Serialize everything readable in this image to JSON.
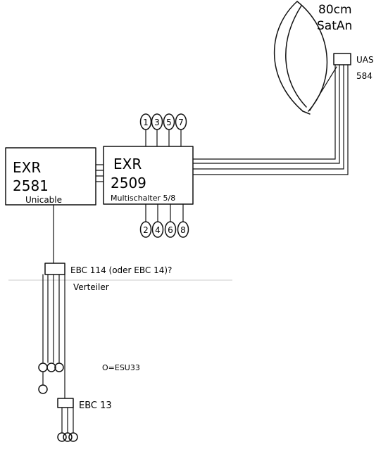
{
  "dish": {
    "size": "80cm",
    "name": "SatAn"
  },
  "lnb": {
    "line1": "UAS",
    "line2": "584"
  },
  "multiswitch": {
    "brand": "EXR",
    "model": "2509",
    "desc": "Multischalter 5/8",
    "outputs_top": [
      "1",
      "3",
      "5",
      "7"
    ],
    "outputs_bottom": [
      "2",
      "4",
      "6",
      "8"
    ]
  },
  "unicable": {
    "brand": "EXR",
    "model": "2581",
    "desc": "Unicable"
  },
  "splitter": {
    "label": "EBC 114 (oder EBC 14)?",
    "sublabel": "Verteiler"
  },
  "legend": {
    "text": "O=ESU33"
  },
  "ebc13": {
    "label": "EBC 13"
  }
}
